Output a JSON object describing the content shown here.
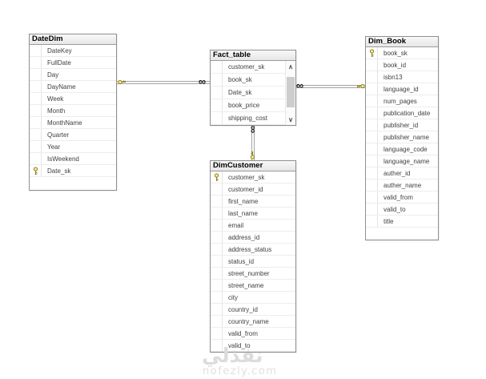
{
  "icons": {
    "infinity": "∞",
    "chevron_up": "∧",
    "chevron_down": "∨"
  },
  "colors": {
    "table_border": "#8f8f8f",
    "header_background": "#efefef",
    "relationship_line": "#a3a3a3",
    "primary_key_gold": "#f0e68c",
    "watermark_gray": "#dcdcdc"
  },
  "watermark": {
    "logo_text": "نفذلي",
    "site_text": "nofezly.com"
  },
  "diagram": {
    "tables": [
      {
        "title": "DateDim",
        "columns": [
          {
            "name": "DateKey",
            "key": false
          },
          {
            "name": "FullDate",
            "key": false
          },
          {
            "name": "Day",
            "key": false
          },
          {
            "name": "DayName",
            "key": false
          },
          {
            "name": "Week",
            "key": false
          },
          {
            "name": "Month",
            "key": false
          },
          {
            "name": "MonthName",
            "key": false
          },
          {
            "name": "Quarter",
            "key": false
          },
          {
            "name": "Year",
            "key": false
          },
          {
            "name": "IsWeekend",
            "key": false
          },
          {
            "name": "Date_sk",
            "key": true
          }
        ]
      },
      {
        "title": "Fact_table",
        "has_scrollbar": true,
        "columns": [
          {
            "name": "customer_sk",
            "key": false
          },
          {
            "name": "book_sk",
            "key": false
          },
          {
            "name": "Date_sk",
            "key": false
          },
          {
            "name": "book_price",
            "key": false
          },
          {
            "name": "shipping_cost",
            "key": false
          }
        ]
      },
      {
        "title": "DimCustomer",
        "columns": [
          {
            "name": "customer_sk",
            "key": true
          },
          {
            "name": "customer_id",
            "key": false
          },
          {
            "name": "first_name",
            "key": false
          },
          {
            "name": "last_name",
            "key": false
          },
          {
            "name": "email",
            "key": false
          },
          {
            "name": "address_id",
            "key": false
          },
          {
            "name": "address_status",
            "key": false
          },
          {
            "name": "status_id",
            "key": false
          },
          {
            "name": "street_number",
            "key": false
          },
          {
            "name": "street_name",
            "key": false
          },
          {
            "name": "city",
            "key": false
          },
          {
            "name": "country_id",
            "key": false
          },
          {
            "name": "country_name",
            "key": false
          },
          {
            "name": "valid_from",
            "key": false
          },
          {
            "name": "valid_to",
            "key": false
          }
        ]
      },
      {
        "title": "Dim_Book",
        "columns": [
          {
            "name": "book_sk",
            "key": true
          },
          {
            "name": "book_id",
            "key": false
          },
          {
            "name": "isbn13",
            "key": false
          },
          {
            "name": "language_id",
            "key": false
          },
          {
            "name": "num_pages",
            "key": false
          },
          {
            "name": "publication_date",
            "key": false
          },
          {
            "name": "publisher_id",
            "key": false
          },
          {
            "name": "publisher_name",
            "key": false
          },
          {
            "name": "language_code",
            "key": false
          },
          {
            "name": "language_name",
            "key": false
          },
          {
            "name": "auther_id",
            "key": false
          },
          {
            "name": "auther_name",
            "key": false
          },
          {
            "name": "valid_from",
            "key": false
          },
          {
            "name": "valid_to",
            "key": false
          },
          {
            "name": "title",
            "key": false
          }
        ]
      }
    ],
    "relationships": [
      {
        "primary_table": "DateDim",
        "foreign_table": "Fact_table",
        "cardinality": "one-to-many"
      },
      {
        "primary_table": "Dim_Book",
        "foreign_table": "Fact_table",
        "cardinality": "one-to-many"
      },
      {
        "primary_table": "DimCustomer",
        "foreign_table": "Fact_table",
        "cardinality": "one-to-many"
      }
    ]
  }
}
